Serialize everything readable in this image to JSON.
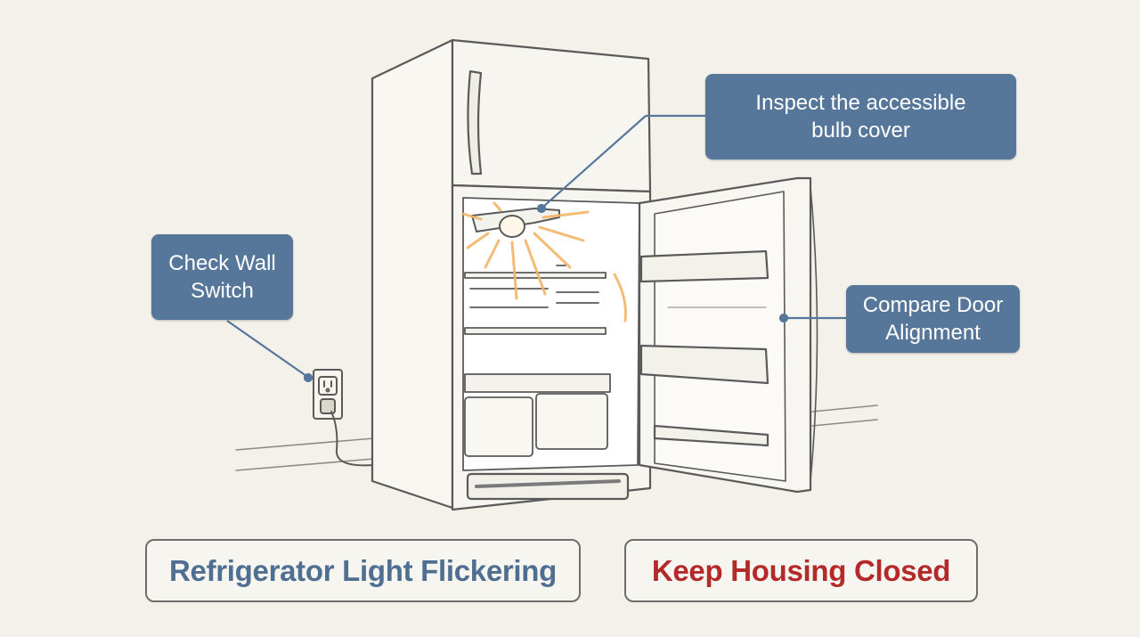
{
  "callouts": {
    "bulb_cover": "Inspect the accessible\nbulb cover",
    "wall_switch": "Check Wall\nSwitch",
    "door_alignment": "Compare Door\nAlignment"
  },
  "labels": {
    "title": "Refrigerator Light Flickering",
    "warning": "Keep Housing Closed"
  },
  "colors": {
    "callout_bg": "#57779a",
    "title_text": "#4f6f92",
    "warning_text": "#b42a2a",
    "bulb_glow": "#f2b468",
    "line_art": "#5a5a5a",
    "background": "#f3f1ea"
  }
}
